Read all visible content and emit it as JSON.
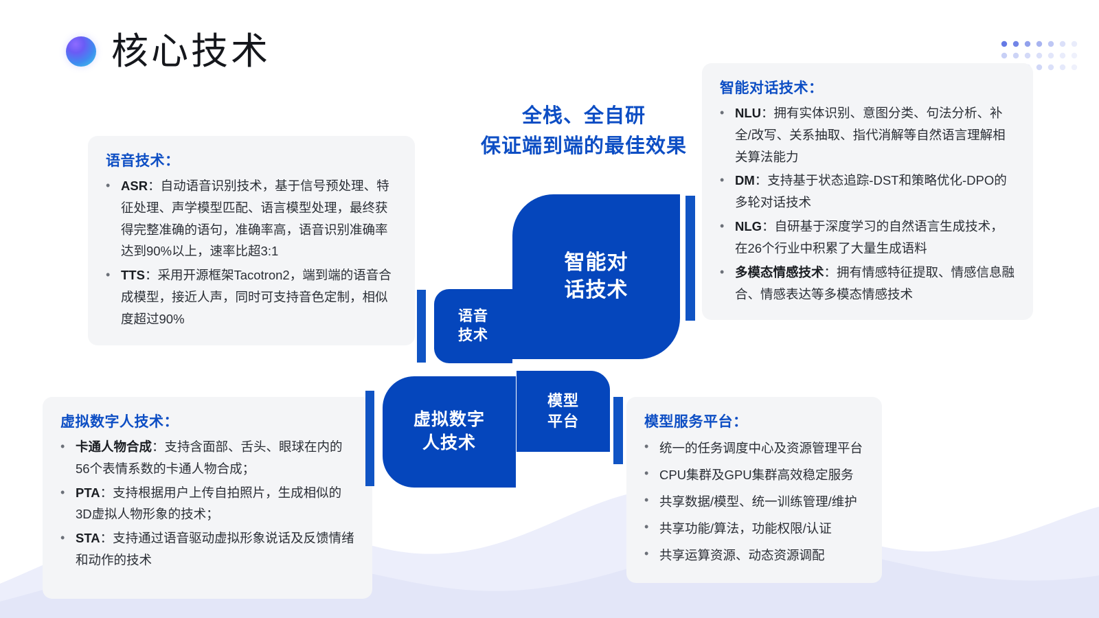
{
  "page": {
    "title": "核心技术",
    "title_dot_gradient": [
      "#8e6bff",
      "#3fd0e8"
    ],
    "accent_blue": "#0546bc",
    "heading_blue": "#0d4ec4",
    "panel_bg": "#f4f5f7"
  },
  "headline": {
    "line1": "全栈、全自研",
    "line2": "保证端到端的最佳效果"
  },
  "tiles": [
    {
      "id": "dialog",
      "label_line1": "智能对",
      "label_line2": "话技术"
    },
    {
      "id": "speech",
      "label_line1": "语音",
      "label_line2": "技术"
    },
    {
      "id": "avatar",
      "label_line1": "虚拟数字",
      "label_line2": "人技术"
    },
    {
      "id": "platform",
      "label_line1": "模型",
      "label_line2": "平台"
    }
  ],
  "panels": {
    "speech": {
      "title": "语音技术：",
      "bullet": "•",
      "items": [
        {
          "term": "ASR",
          "sep": "：",
          "text": "自动语音识别技术，基于信号预处理、特征处理、声学模型匹配、语言模型处理，最终获得完整准确的语句，准确率高，语音识别准确率达到90%以上，速率比超3:1"
        },
        {
          "term": "TTS",
          "sep": "：",
          "text": "采用开源框架Tacotron2，端到端的语音合成模型，接近人声，同时可支持音色定制，相似度超过90%"
        }
      ]
    },
    "dialog": {
      "title": "智能对话技术：",
      "bullet": "•",
      "items": [
        {
          "term": "NLU",
          "sep": "：",
          "text": "拥有实体识别、意图分类、句法分析、补全/改写、关系抽取、指代消解等自然语言理解相关算法能力"
        },
        {
          "term": "DM",
          "sep": "：",
          "text": "支持基于状态追踪-DST和策略优化-DPO的多轮对话技术"
        },
        {
          "term": "NLG",
          "sep": "：",
          "text": "自研基于深度学习的自然语言生成技术，在26个行业中积累了大量生成语料"
        },
        {
          "term": "多模态情感技术",
          "sep": "：",
          "text": "拥有情感特征提取、情感信息融合、情感表达等多模态情感技术"
        }
      ]
    },
    "avatar": {
      "title": "虚拟数字人技术：",
      "bullet": "•",
      "items": [
        {
          "term": "卡通人物合成",
          "sep": "：",
          "text": "支持含面部、舌头、眼球在内的56个表情系数的卡通人物合成；"
        },
        {
          "term": "PTA",
          "sep": "：",
          "text": "支持根据用户上传自拍照片，生成相似的3D虚拟人物形象的技术；"
        },
        {
          "term": "STA",
          "sep": "：",
          "text": "支持通过语音驱动虚拟形象说话及反馈情绪和动作的技术"
        }
      ]
    },
    "platform": {
      "title": "模型服务平台：",
      "bullet": "•",
      "items": [
        {
          "term": "",
          "sep": "",
          "text": "统一的任务调度中心及资源管理平台"
        },
        {
          "term": "",
          "sep": "",
          "text": "CPU集群及GPU集群高效稳定服务"
        },
        {
          "term": "",
          "sep": "",
          "text": "共享数据/模型、统一训练管理/维护"
        },
        {
          "term": "",
          "sep": "",
          "text": "共享功能/算法，功能权限/认证"
        },
        {
          "term": "",
          "sep": "",
          "text": "共享运算资源、动态资源调配"
        }
      ]
    }
  }
}
